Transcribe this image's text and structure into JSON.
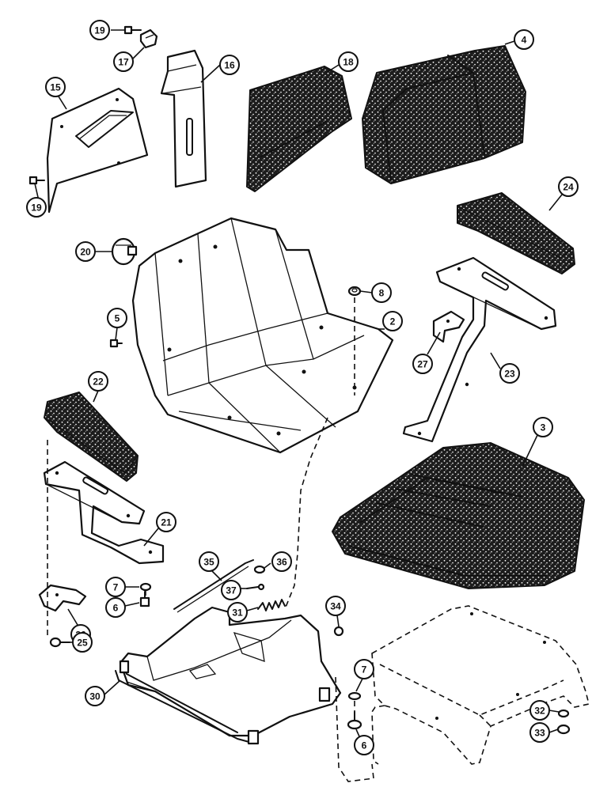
{
  "callouts": [
    {
      "id": "c19a",
      "label": "19"
    },
    {
      "id": "c17",
      "label": "17"
    },
    {
      "id": "c16",
      "label": "16"
    },
    {
      "id": "c18",
      "label": "18"
    },
    {
      "id": "c4",
      "label": "4"
    },
    {
      "id": "c15",
      "label": "15"
    },
    {
      "id": "c19b",
      "label": "19"
    },
    {
      "id": "c24",
      "label": "24"
    },
    {
      "id": "c20",
      "label": "20"
    },
    {
      "id": "c8",
      "label": "8"
    },
    {
      "id": "c5",
      "label": "5"
    },
    {
      "id": "c2",
      "label": "2"
    },
    {
      "id": "c27",
      "label": "27"
    },
    {
      "id": "c23",
      "label": "23"
    },
    {
      "id": "c22",
      "label": "22"
    },
    {
      "id": "c3",
      "label": "3"
    },
    {
      "id": "c21",
      "label": "21"
    },
    {
      "id": "c35",
      "label": "35"
    },
    {
      "id": "c36",
      "label": "36"
    },
    {
      "id": "c7a",
      "label": "7"
    },
    {
      "id": "c37",
      "label": "37"
    },
    {
      "id": "c6a",
      "label": "6"
    },
    {
      "id": "c31",
      "label": "31"
    },
    {
      "id": "c34",
      "label": "34"
    },
    {
      "id": "c26",
      "label": "26"
    },
    {
      "id": "c25",
      "label": "25"
    },
    {
      "id": "c30",
      "label": "30"
    },
    {
      "id": "c7b",
      "label": "7"
    },
    {
      "id": "c6b",
      "label": "6"
    },
    {
      "id": "c32",
      "label": "32"
    },
    {
      "id": "c33",
      "label": "33"
    }
  ]
}
